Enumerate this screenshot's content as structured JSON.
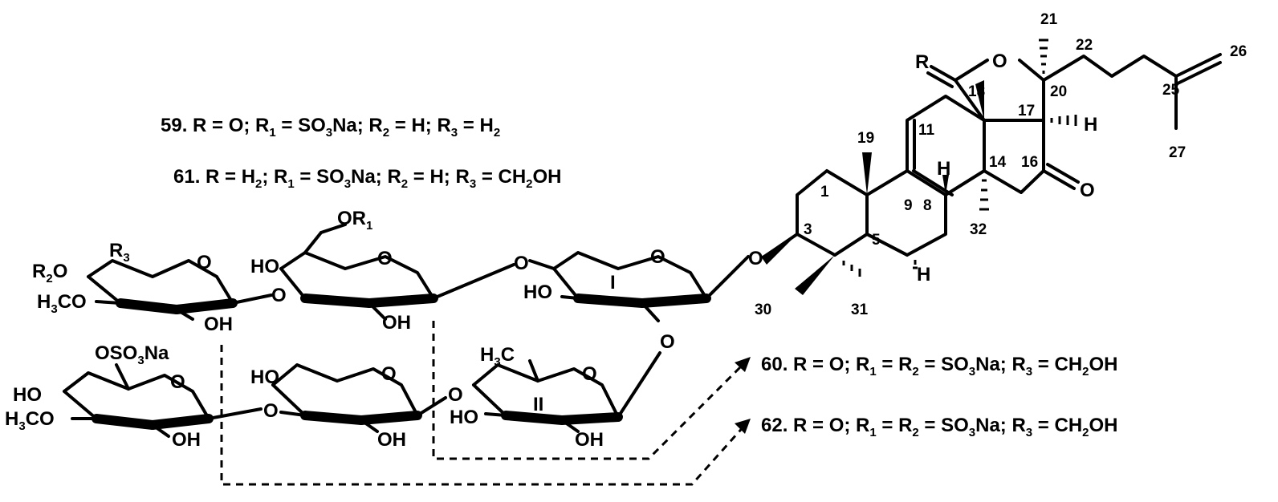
{
  "compounds": [
    {
      "id": "59",
      "text": "59. R = O; R1 = SO3Na; R2 = H; R3 = H2"
    },
    {
      "id": "61",
      "text": "61. R = H2; R1 = SO3Na; R2 = H; R3 = CH2OH"
    },
    {
      "id": "60",
      "text": "60. R = O; R1 = R2 = SO3Na; R3 = CH2OH"
    },
    {
      "id": "62",
      "text": "62. R = O; R1 = R2 = SO3Na; R3 = CH2OH"
    }
  ],
  "atom_labels": {
    "R": "R",
    "O": "O",
    "H": "H",
    "OR1": "OR1",
    "R2O": "R2O",
    "R3": "R3",
    "HO": "HO",
    "OH": "OH",
    "H3CO": "H3CO",
    "H3C": "H3C",
    "OSO3Na": "OSO3Na"
  },
  "ring_labels": {
    "I": "I",
    "II": "II"
  },
  "locants": [
    "1",
    "3",
    "5",
    "8",
    "9",
    "11",
    "14",
    "16",
    "17",
    "18",
    "19",
    "20",
    "21",
    "22",
    "25",
    "26",
    "27",
    "30",
    "31",
    "32"
  ]
}
